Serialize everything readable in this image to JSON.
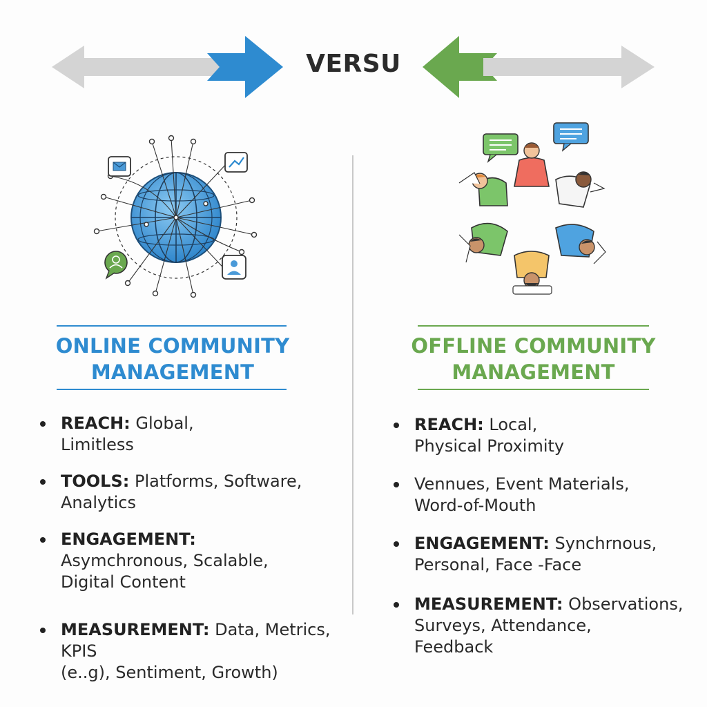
{
  "header": {
    "versus_text": "VERSU",
    "colors": {
      "online": "#2e8bd0",
      "offline": "#6aa84f",
      "arrow_gray": "#d4d4d4"
    }
  },
  "online": {
    "title_line1": "ONLINE COMMUNITY",
    "title_line2": "MANAGEMENT",
    "icons": [
      "globe-network-icon",
      "mail-icon",
      "chart-icon",
      "chat-user-icon",
      "id-card-icon"
    ],
    "items": [
      {
        "label": "REACH:",
        "text_line1": "Global,",
        "text_line2": "Limitless"
      },
      {
        "label": "TOOLS:",
        "text_line1": "Platforms, Software,",
        "text_line2": "Analytics"
      },
      {
        "label": "ENGAGEMENT:",
        "text_line1": "",
        "text_line2": "Asymchronous, Scalable,",
        "text_line3": "Digital Content"
      },
      {
        "label": "MEASUREMENT:",
        "text_line1": "Data, Metrics, KPIS",
        "text_line2": "(e..g), Sentiment, Growth)"
      }
    ]
  },
  "offline": {
    "title_line1": "OFFLINE COMMUNITY",
    "title_line2": "MANAGEMENT",
    "icons": [
      "people-circle-icon",
      "speech-bubble-icon"
    ],
    "items": [
      {
        "label": "REACH:",
        "text_line1": "Local,",
        "text_line2": "Physical Proximity"
      },
      {
        "label": "",
        "text_line1": "Vennues, Event Materials,",
        "text_line2": "Word-of-Mouth"
      },
      {
        "label": "ENGAGEMENT:",
        "text_line1": "Synchrnous,",
        "text_line2": "Personal, Face -Face"
      },
      {
        "label": "MEASUREMENT:",
        "text_line1": "Observations,",
        "text_line2": "Surveys, Attendance,",
        "text_line3": "Feedback"
      }
    ]
  }
}
